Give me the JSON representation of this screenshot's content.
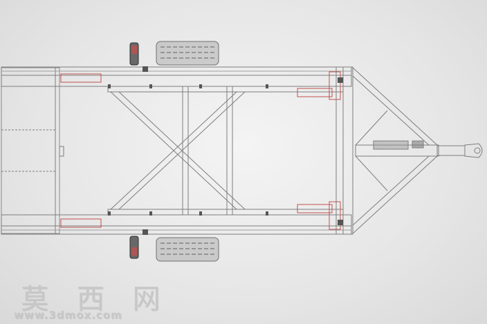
{
  "scene": {
    "subject": "trailer-chassis-top-view",
    "background_color": "#e4e4e4",
    "line_color": "#7d7d7d",
    "accent_color": "#c0504d"
  },
  "watermark": {
    "brand_cn": "莫 西 网",
    "url": "www.3dmox.com"
  }
}
